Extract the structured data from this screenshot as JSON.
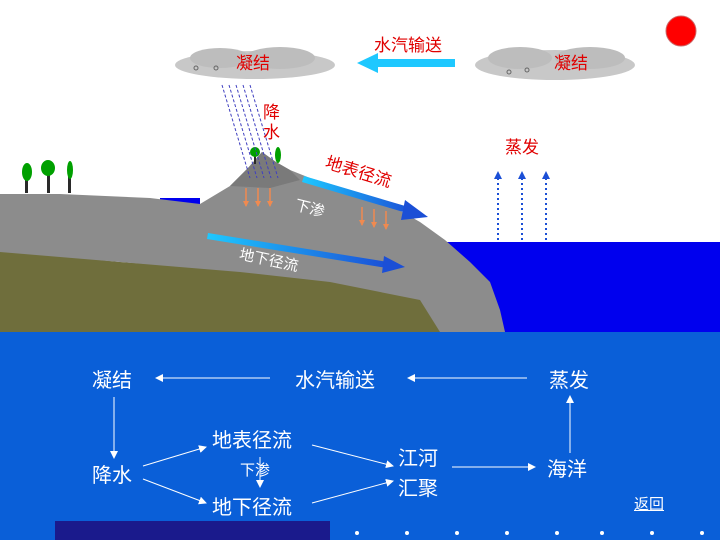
{
  "scene": {
    "transport_label": "水汽输送",
    "cloud_left_label": "凝结",
    "cloud_right_label": "凝结",
    "precip_label": "降\n水",
    "evap_label": "蒸发",
    "surface_runoff_label": "地表径流",
    "infiltration_label": "下渗",
    "groundwater_label": "地下径流"
  },
  "cycle": {
    "condensation": "凝结",
    "vapor_transport": "水汽输送",
    "evaporation": "蒸发",
    "surface_runoff": "地表径流",
    "infiltration": "下渗",
    "precipitation": "降水",
    "river_line1": "江河",
    "river_line2": "汇聚",
    "ocean": "海洋",
    "groundwater": "地下径流"
  },
  "nav": {
    "back_label": "返回"
  },
  "colors": {
    "land": "#8c8c8c",
    "soil": "#6f6e3c",
    "sea": "#0000ee",
    "lower_panel": "#0a5fd8",
    "accent_red": "#e00000",
    "sun": "#ff0000"
  }
}
